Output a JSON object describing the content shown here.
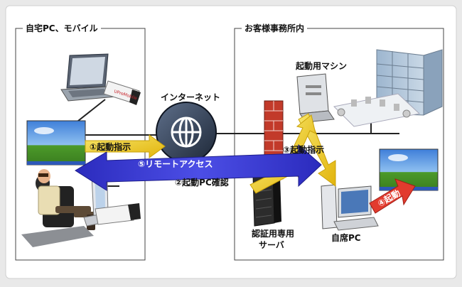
{
  "left_box": {
    "title": "自宅PC、モバイル"
  },
  "right_box": {
    "title": "お客様事務所内"
  },
  "labels": {
    "internet": "インターネット",
    "boot_machine": "起動用マシン",
    "auth_server_line1": "認証用専用",
    "auth_server_line2": "サーバ",
    "seat_pc": "自席PC"
  },
  "steps": {
    "s1": "①起動指示",
    "s2": "②起動PC確認",
    "s3": "③起動指示",
    "s4": "④起動",
    "s5": "⑤リモートアクセス"
  },
  "usb_brand": "UPreMobile",
  "colors": {
    "arrow_blue": "#3a3ad0",
    "arrow_yellow": "#f2d21e",
    "arrow_red": "#e23b2e",
    "step_text": "#111111",
    "step5_text": "#ffffff"
  }
}
